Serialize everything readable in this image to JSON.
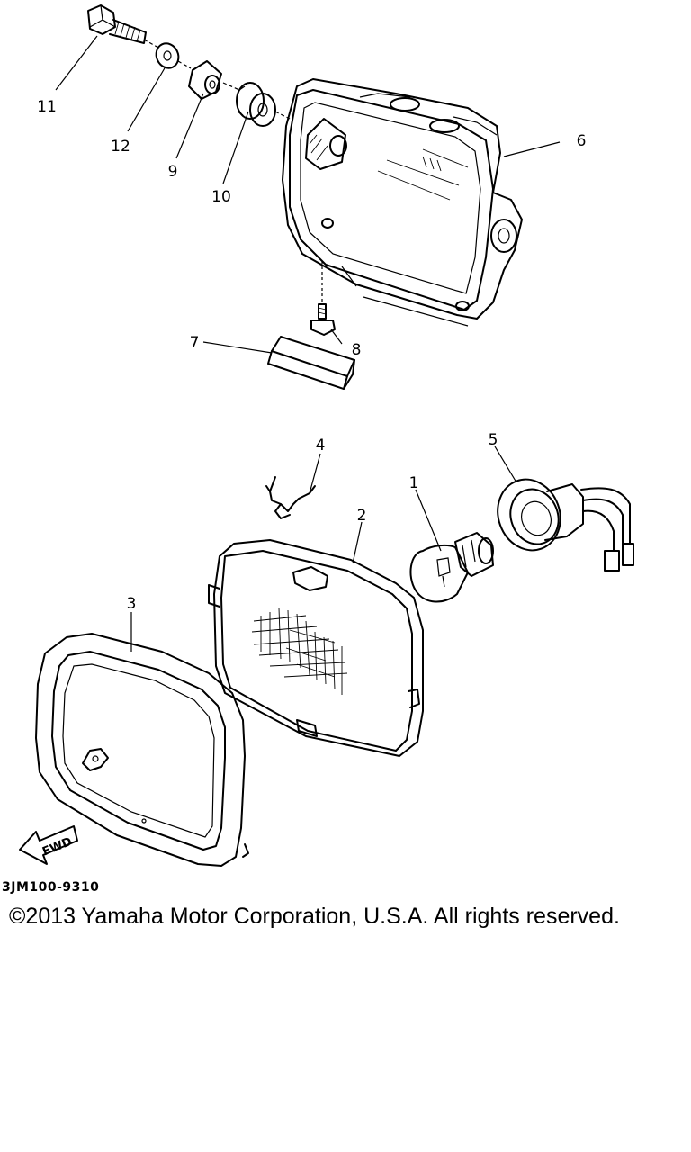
{
  "diagram": {
    "part_labels": {
      "p1": "1",
      "p2": "2",
      "p3": "3",
      "p4": "4",
      "p5": "5",
      "p6": "6",
      "p7": "7",
      "p8": "8",
      "p9": "9",
      "p10": "10",
      "p11": "11",
      "p12": "12"
    },
    "fwd_label": "FWD"
  },
  "footer": {
    "diagram_code": "3JM100-9310",
    "copyright": "©2013 Yamaha Motor Corporation, U.S.A. All rights reserved."
  }
}
